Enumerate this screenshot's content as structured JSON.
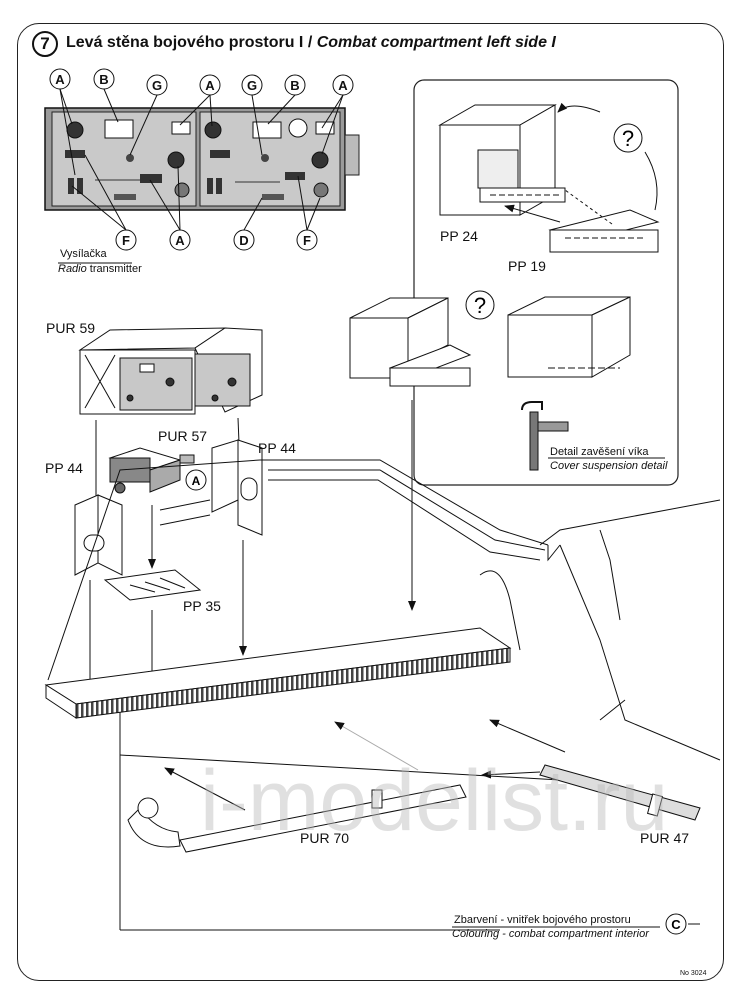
{
  "step": {
    "number": "7",
    "title_cz": "Levá stěna bojového prostoru I",
    "title_sep": " / ",
    "title_en": "Combat compartment left side I"
  },
  "radio": {
    "caption_cz": "Vysílačka",
    "caption_en_italic": "Radio",
    "caption_en_rest": " transmitter",
    "callouts": [
      "A",
      "B",
      "G",
      "A",
      "G",
      "B",
      "A",
      "F",
      "A",
      "D",
      "F"
    ]
  },
  "parts": {
    "pp24": "PP 24",
    "pp19": "PP 19",
    "pur59": "PUR 59",
    "pur57": "PUR 57",
    "pp44_left": "PP 44",
    "pp44_right": "PP 44",
    "pp35": "PP 35",
    "pur70": "PUR 70",
    "pur47": "PUR 47",
    "callout_a": "A"
  },
  "question_mark": "?",
  "detail": {
    "caption_cz": "Detail zavěšení víka",
    "caption_en": "Cover suspension detail"
  },
  "colouring": {
    "caption_cz": "Zbarvení - vnitřek bojového prostoru",
    "caption_en": "Colouring -  combat compartment interior",
    "code": "C"
  },
  "catalog_no": "No 3024",
  "watermark": "i-modelist.ru"
}
